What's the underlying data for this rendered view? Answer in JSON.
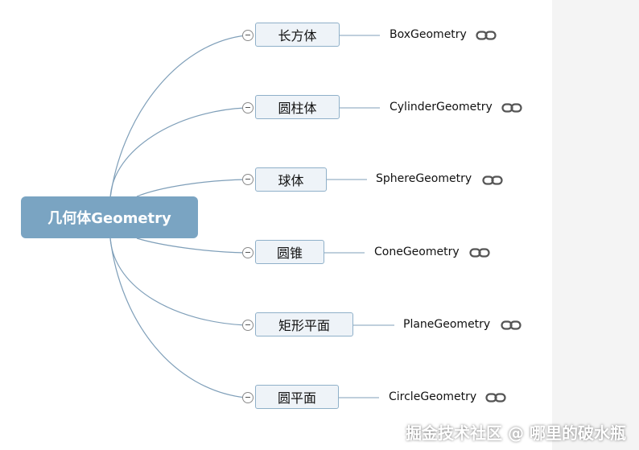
{
  "root": {
    "label": "几何体Geometry"
  },
  "branches": [
    {
      "label": "长方体",
      "geometry": "BoxGeometry",
      "icon": "link-icon"
    },
    {
      "label": "圆柱体",
      "geometry": "CylinderGeometry",
      "icon": "link-icon"
    },
    {
      "label": "球体",
      "geometry": "SphereGeometry",
      "icon": "link-icon"
    },
    {
      "label": "圆锥",
      "geometry": "ConeGeometry",
      "icon": "link-icon"
    },
    {
      "label": "矩形平面",
      "geometry": "PlaneGeometry",
      "icon": "link-icon"
    },
    {
      "label": "圆平面",
      "geometry": "CircleGeometry",
      "icon": "link-icon"
    }
  ],
  "watermark": "掘金技术社区 @ 哪里的破水瓶",
  "colors": {
    "root_fill": "#7aa4c2",
    "connector": "#7f9fb9",
    "node_border": "#8fb0c9",
    "node_fill": "#eef3f8"
  }
}
